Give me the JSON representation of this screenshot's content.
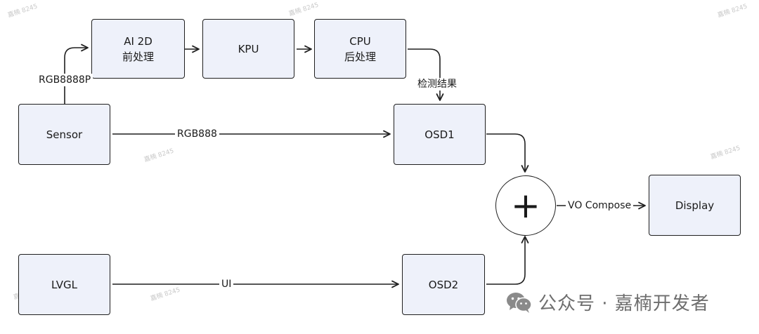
{
  "nodes": {
    "ai2d": {
      "line1": "AI 2D",
      "line2": "前处理"
    },
    "kpu": {
      "label": "KPU"
    },
    "cpu": {
      "line1": "CPU",
      "line2": "后处理"
    },
    "sensor": {
      "label": "Sensor"
    },
    "osd1": {
      "label": "OSD1"
    },
    "lvgl": {
      "label": "LVGL"
    },
    "osd2": {
      "label": "OSD2"
    },
    "display": {
      "label": "Display"
    },
    "compose": {
      "symbol": "+"
    }
  },
  "edges": {
    "sensor_to_ai2d": "RGB8888P",
    "cpu_to_osd1": "检测结果",
    "sensor_to_osd1": "RGB888",
    "lvgl_to_osd2": "UI",
    "compose_to_display": "VO Compose"
  },
  "watermark": {
    "text": "嘉楠 8245"
  },
  "brand": {
    "icon": "wechat-icon",
    "text": "公众号 · 嘉楠开发者"
  }
}
